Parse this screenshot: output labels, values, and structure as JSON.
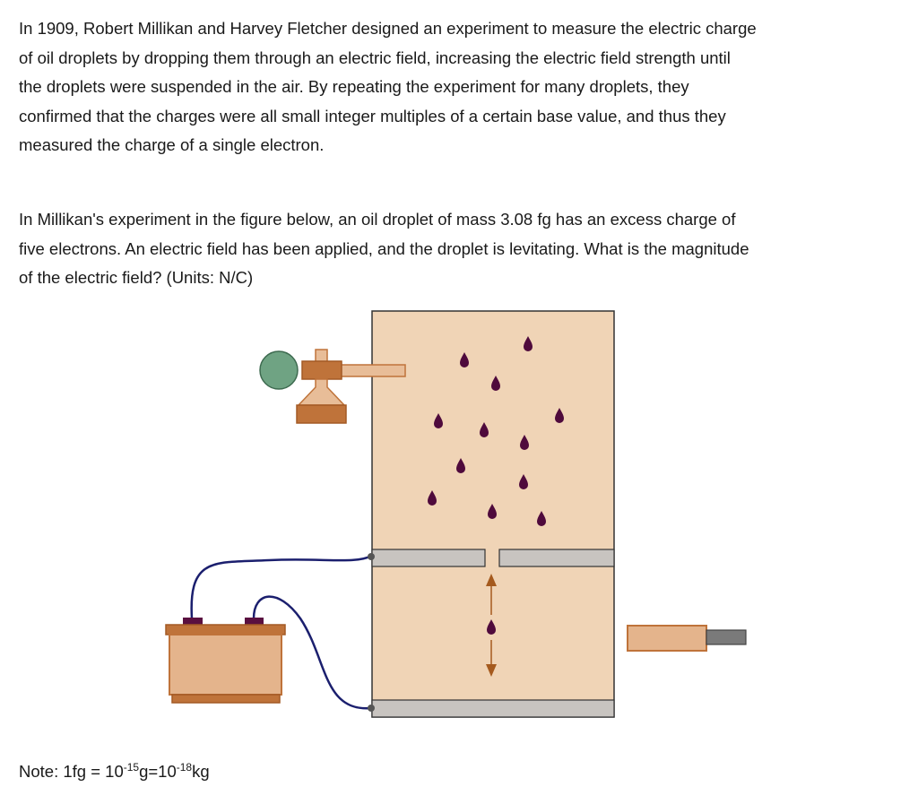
{
  "intro_paragraph": {
    "lines": [
      "In 1909, Robert Millikan and Harvey Fletcher designed an experiment to measure the electric charge",
      "of oil droplets by dropping them through an electric field, increasing the electric field strength until",
      "the droplets were suspended in the air. By repeating the experiment for many droplets, they",
      "confirmed that the charges were all small integer multiples of a certain base value, and thus they",
      "measured the charge of a single electron."
    ]
  },
  "question_paragraph": {
    "lines": [
      "In Millikan's experiment in the figure below, an oil droplet of mass 3.08 fg has an excess charge of",
      "five electrons. An electric field has been applied, and the droplet is levitating.  What is the magnitude",
      "of the electric field? (Units: N/C)"
    ]
  },
  "note": {
    "prefix": "Note: 1fg = 10",
    "exp1": "-15",
    "mid": "g=10",
    "exp2": "-18",
    "suffix": "kg"
  },
  "figure": {
    "colors": {
      "chamber": "#f0d4b6",
      "plate": "#c8c4c0",
      "droplet": "#4f0a3c",
      "copper": "#bf733a",
      "copper_light": "#e4b48c",
      "bulb": "#6fa383",
      "wire": "#1b1f6e",
      "arrow": "#a55a1e"
    }
  }
}
